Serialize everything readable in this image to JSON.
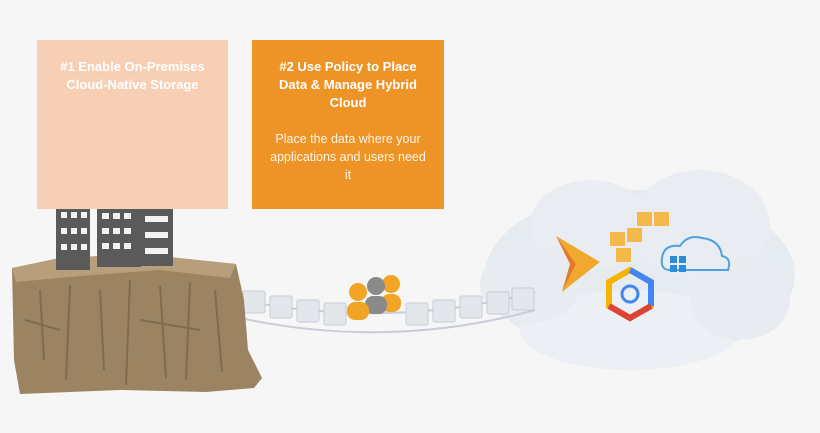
{
  "steps": [
    {
      "title": "#1 Enable On-Premises Cloud-Native Storage",
      "body": ""
    },
    {
      "title": "#2 Use Policy to Place Data & Manage Hybrid Cloud",
      "body": "Place the data where your applications and users need it"
    }
  ],
  "colors": {
    "step1": "#f6cfb5",
    "step2": "#ee9326",
    "building": "#5a5a5a",
    "cliff": "#9c8463",
    "person_orange": "#f2a425",
    "person_gray": "#8a8a8a",
    "cloud": "#e3e8ee"
  },
  "icons": {
    "on_premises": "city-buildings-icon",
    "cliff": "cliff-icon",
    "bridge": "rope-bridge-icon",
    "users": "people-group-icon",
    "cloud": "hybrid-cloud-icon",
    "providers": [
      "arrow-swoosh-icon",
      "aws-cubes-icon",
      "azure-cloud-windows-icon",
      "google-cloud-hexagon-icon"
    ]
  }
}
